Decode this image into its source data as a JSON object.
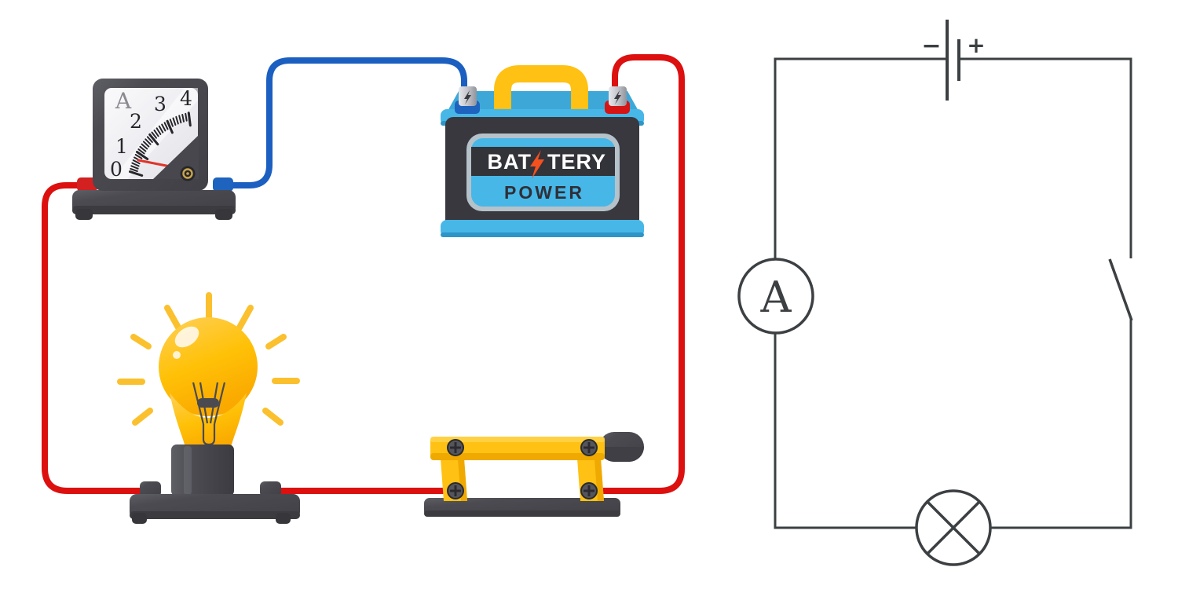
{
  "illustration": {
    "ammeter": {
      "face_label": "A",
      "scale": [
        "0",
        "1",
        "2",
        "3",
        "4"
      ]
    },
    "battery": {
      "label_line1_left": "BAT",
      "label_line1_right": "TERY",
      "label_line2": "POWER"
    }
  },
  "schematic": {
    "ammeter_label": "A",
    "battery_negative": "−",
    "battery_positive": "+"
  },
  "colors": {
    "wire_red": "#DD1010",
    "wire_blue": "#1B5FC0",
    "accent_yellow": "#FFC113",
    "yellow_shade": "#EFA900",
    "ray_yellow": "#FBC02D",
    "battery_blue": "#47B7E8",
    "battery_blue_dark": "#3DA8D8",
    "device_gray": "#4B4B51",
    "device_gray_dark": "#3B3B40",
    "body_dark": "#38383E",
    "label_dark": "#33333A",
    "schematic_line": "#3C4043",
    "needle_red": "#E0342C",
    "bolt_orange": "#F4511E"
  }
}
